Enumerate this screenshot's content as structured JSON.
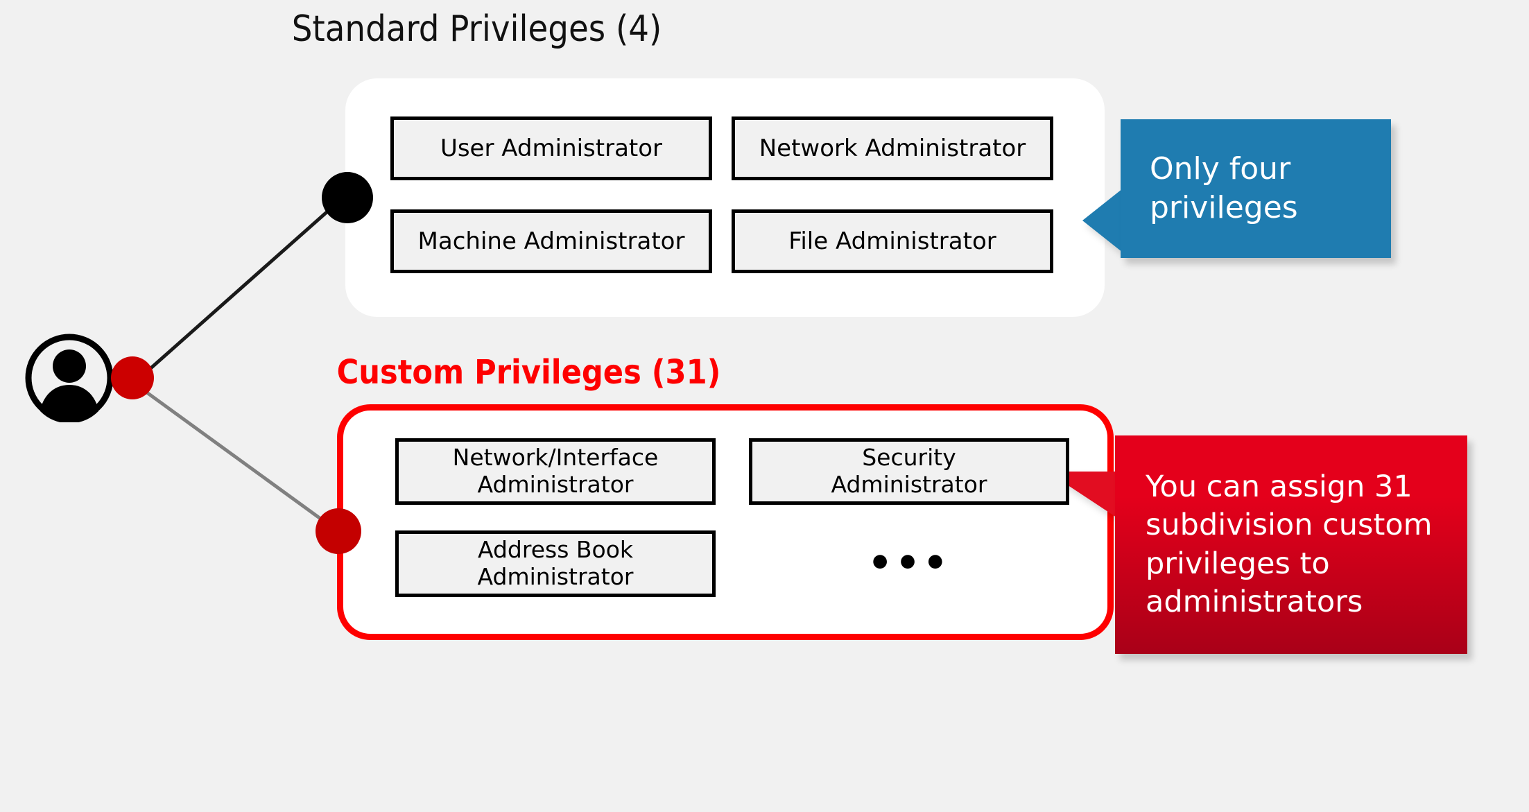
{
  "diagram": {
    "title_standard": "Standard Privileges (4)",
    "title_custom": "Custom Privileges (31)",
    "standard_privileges": [
      "User Administrator",
      "Network Administrator",
      "Machine Administrator",
      "File Administrator"
    ],
    "custom_privileges": [
      "Network/Interface\nAdministrator",
      "Security\nAdministrator",
      "Address Book\nAdministrator"
    ],
    "more_indicator": "•••",
    "callouts": {
      "blue": {
        "text": "Only four\nprivileges",
        "color": "#1f7cb0",
        "text_color": "#ffffff"
      },
      "red": {
        "text": "You can assign 31\nsubdivision custom\nprivileges to\nadministrators",
        "color": "#e4001b",
        "color_dark": "#a90018",
        "text_color": "#ffffff"
      }
    },
    "colors": {
      "background": "#f1f1f1",
      "panel_standard": "#ffffff",
      "panel_custom_border": "#fe0000",
      "box_fill": "#f1f1f1",
      "box_border": "#000000",
      "custom_title": "#fe0000",
      "node_standard": "#000000",
      "node_custom": "#c40000",
      "avatar_dot": "#cc0000",
      "link_standard": "#1a1a1a",
      "link_custom": "#808080"
    },
    "nodes": {
      "avatar_label": "administrator-avatar",
      "standard_node": "standard-branch-node",
      "custom_node": "custom-branch-node"
    }
  }
}
